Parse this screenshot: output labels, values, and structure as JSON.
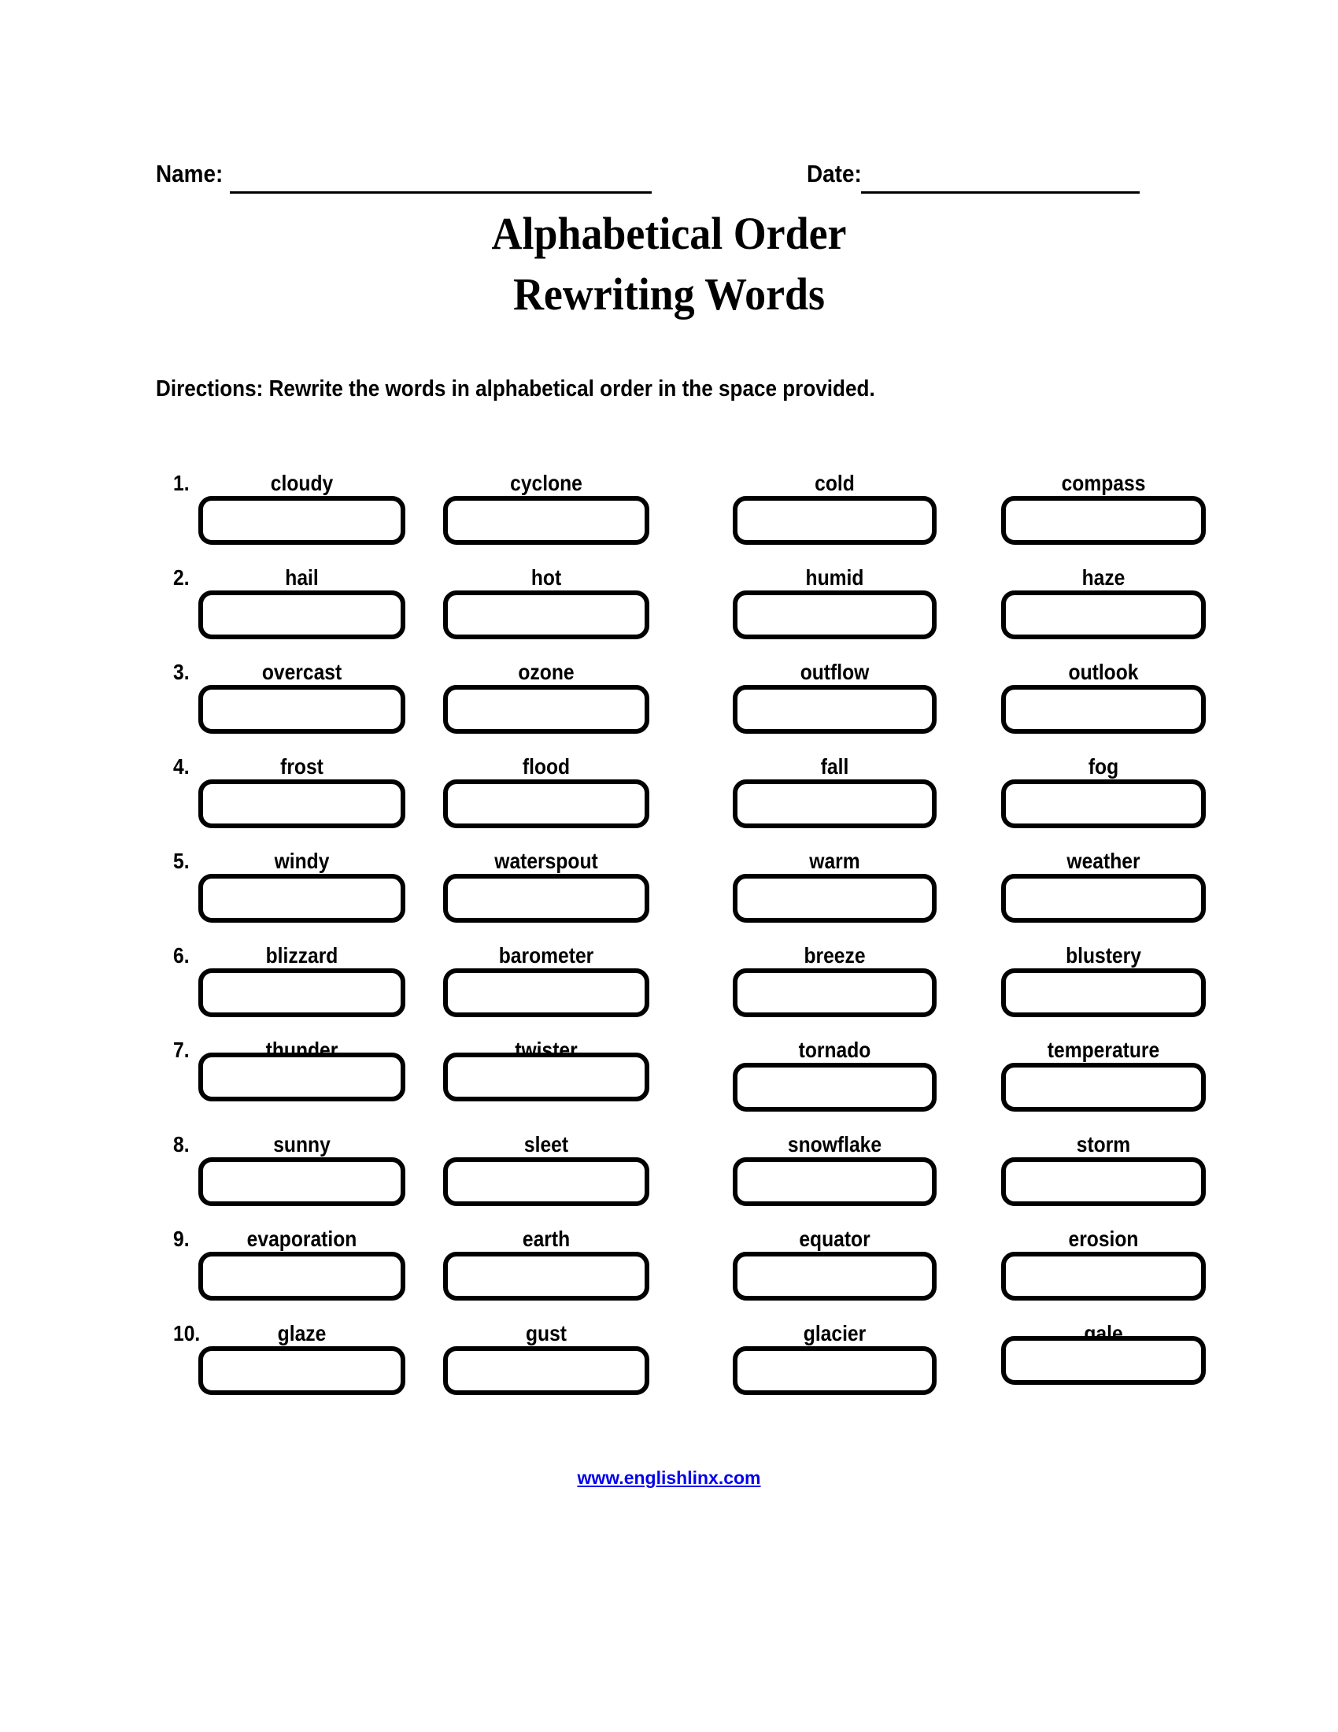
{
  "header": {
    "name_label": "Name:",
    "date_label": "Date:"
  },
  "title": {
    "line1": "Alphabetical Order",
    "line2": "Rewriting Words"
  },
  "directions": "Directions: Rewrite the words in alphabetical order in the space provided.",
  "rows": [
    {
      "number": "1.",
      "words": [
        "cloudy",
        "cyclone",
        "cold",
        "compass"
      ]
    },
    {
      "number": "2.",
      "words": [
        "hail",
        "hot",
        "humid",
        "haze"
      ]
    },
    {
      "number": "3.",
      "words": [
        "overcast",
        "ozone",
        "outflow",
        "outlook"
      ]
    },
    {
      "number": "4.",
      "words": [
        "frost",
        "flood",
        "fall",
        "fog"
      ]
    },
    {
      "number": "5.",
      "words": [
        "windy",
        "waterspout",
        "warm",
        "weather"
      ]
    },
    {
      "number": "6.",
      "words": [
        "blizzard",
        "barometer",
        "breeze",
        "blustery"
      ]
    },
    {
      "number": "7.",
      "words": [
        "thunder",
        "twister",
        "tornado",
        "temperature"
      ]
    },
    {
      "number": "8.",
      "words": [
        "sunny",
        "sleet",
        "snowflake",
        "storm"
      ]
    },
    {
      "number": "9.",
      "words": [
        "evaporation",
        "earth",
        "equator",
        "erosion"
      ]
    },
    {
      "number": "10.",
      "words": [
        "glaze",
        "gust",
        "glacier",
        "gale"
      ]
    }
  ],
  "footer": {
    "link_text": "www.englishlinx.com",
    "link_color": "#0000ee"
  }
}
